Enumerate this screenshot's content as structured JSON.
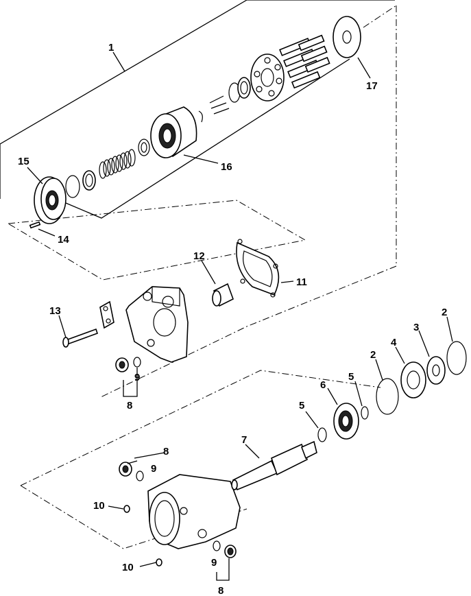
{
  "callouts": {
    "c1": "1",
    "c2a": "2",
    "c2b": "2",
    "c3": "3",
    "c4": "4",
    "c5a": "5",
    "c5b": "5",
    "c6": "6",
    "c7": "7",
    "c8a": "8",
    "c8b": "8",
    "c8c": "8",
    "c9a": "9",
    "c9b": "9",
    "c9c": "9",
    "c10a": "10",
    "c10b": "10",
    "c11": "11",
    "c12": "12",
    "c13": "13",
    "c14": "14",
    "c15": "15",
    "c16": "16",
    "c17": "17"
  }
}
